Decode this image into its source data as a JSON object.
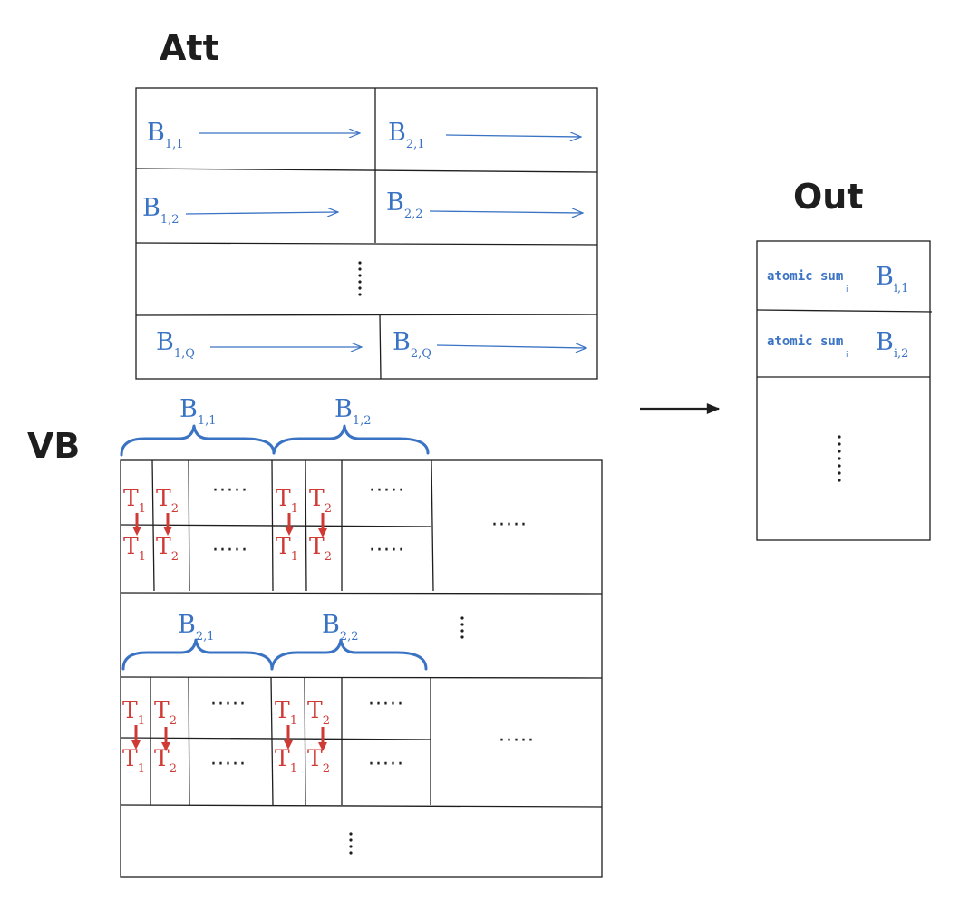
{
  "titles": {
    "att": "Att",
    "vb": "VB",
    "out": "Out"
  },
  "block_letter": "B",
  "thread_letter": "T",
  "att": {
    "rows": [
      [
        "1,1",
        "2,1"
      ],
      [
        "1,2",
        "2,2"
      ],
      [
        "1,Q",
        "2,Q"
      ]
    ]
  },
  "vb": {
    "braces": [
      "1,1",
      "1,2",
      "2,1",
      "2,2"
    ],
    "threads": [
      "1",
      "2"
    ]
  },
  "out": {
    "rows": [
      {
        "prefix": "atomic sum",
        "under": "i",
        "subscript": "i,1"
      },
      {
        "prefix": "atomic sum",
        "under": "i",
        "subscript": "i,2"
      }
    ]
  },
  "ellipsis_horizontal": "·····",
  "colors": {
    "blue": "#3a73c4",
    "red": "#d03a35",
    "ink": "#1e1e1e"
  }
}
